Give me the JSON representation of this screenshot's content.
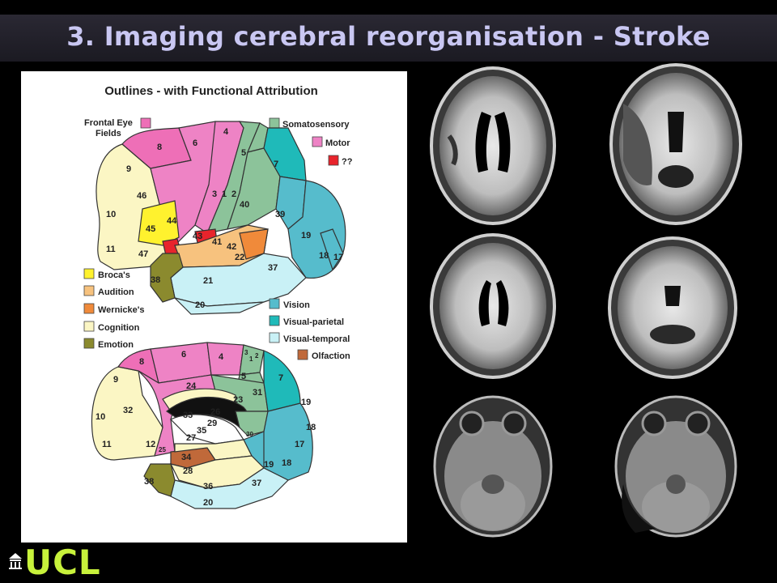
{
  "slide": {
    "title": "3. Imaging cerebral reorganisation - Stroke"
  },
  "diagram": {
    "heading": "Outlines - with Functional Attribution",
    "legend_top_left": {
      "label_line1": "Frontal Eye",
      "label_line2": "Fields",
      "color": "#ee6fb7"
    },
    "legend_top_right": [
      {
        "label": "Somatosensory",
        "color": "#8cc39a"
      },
      {
        "label": "Motor",
        "color": "#ee83c5"
      },
      {
        "label": "??",
        "color": "#e8242c"
      }
    ],
    "legend_bottom_left": [
      {
        "label": "Broca's",
        "color": "#fff22e"
      },
      {
        "label": "Audition",
        "color": "#f7c27e"
      },
      {
        "label": "Wernicke's",
        "color": "#f08a3a"
      },
      {
        "label": "Cognition",
        "color": "#fbf6c4"
      },
      {
        "label": "Emotion",
        "color": "#8b8a2e"
      }
    ],
    "legend_bottom_right": [
      {
        "label": "Vision",
        "color": "#56bccc"
      },
      {
        "label": "Visual-parietal",
        "color": "#1fbab9"
      },
      {
        "label": "Visual-temporal",
        "color": "#c9f1f6"
      },
      {
        "label": "Olfaction",
        "color": "#c0693a"
      }
    ],
    "lateral_areas": [
      "4",
      "6",
      "8",
      "5",
      "7",
      "9",
      "46",
      "10",
      "45",
      "44",
      "3",
      "1",
      "2",
      "40",
      "39",
      "43",
      "41",
      "42",
      "22",
      "19",
      "18",
      "17",
      "11",
      "47",
      "37",
      "38",
      "21",
      "20"
    ],
    "medial_areas": [
      "6",
      "4",
      "3",
      "1",
      "2",
      "8",
      "5",
      "7",
      "9",
      "24",
      "31",
      "19",
      "23",
      "32",
      "33",
      "26",
      "29",
      "18",
      "10",
      "30",
      "17",
      "27",
      "35",
      "11",
      "12",
      "25",
      "34",
      "19",
      "18",
      "28",
      "38",
      "36",
      "37",
      "20"
    ]
  },
  "logo": {
    "text": "UCL",
    "color": "#c8f23b"
  },
  "icons": {
    "logo_mark": "portico-icon"
  }
}
